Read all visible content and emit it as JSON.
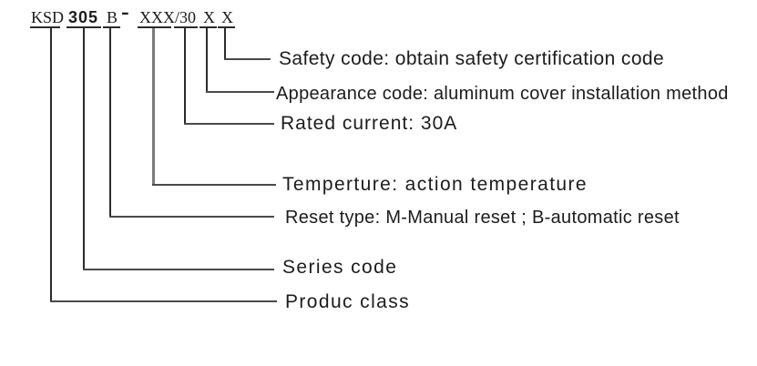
{
  "diagram": {
    "title_code": "KSD 305 B - XXX/30 X X",
    "code": {
      "product_class": "KSD",
      "series_code": "305",
      "reset_type": "B",
      "dash": "-",
      "temp_and_current": "XXX/30",
      "appearance_code": "X",
      "safety_code": "X"
    },
    "labels": {
      "safety": "Safety code: obtain safety certification code",
      "appearance": "Appearance code: aluminum cover installation method",
      "rated_current": "Rated current: 30A",
      "temperature": "Temperture: action temperature",
      "reset_type": "Reset type: M-Manual reset ; B-automatic reset",
      "series": "Series code",
      "product_class": "Produc class"
    },
    "colors": {
      "background": "#ffffff",
      "text": "#1c1c1c",
      "segment_line": "#2b2b2b",
      "connector_line": "#4a4a4a",
      "highlight_tick": "#7b7b7b"
    }
  }
}
